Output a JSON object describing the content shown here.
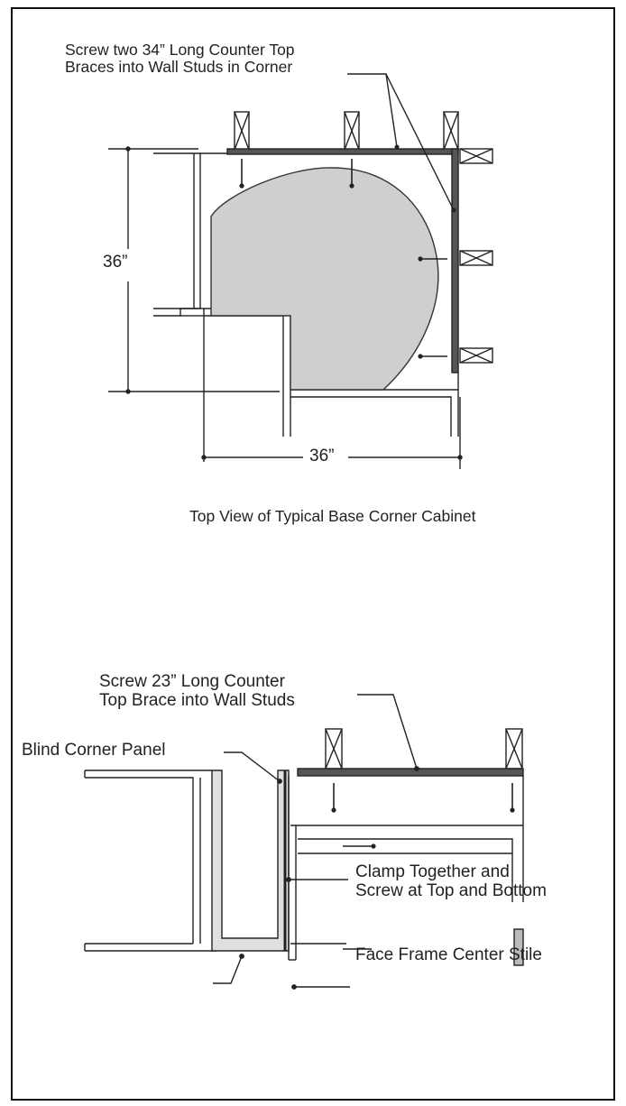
{
  "top_diagram": {
    "callout_line1": "Screw two 34” Long Counter Top",
    "callout_line2": "Braces into Wall Studs in Corner",
    "dim_vertical": "36”",
    "dim_horizontal": "36”",
    "caption": "Top View of Typical Base Corner Cabinet"
  },
  "bottom_diagram": {
    "brace_line1": "Screw 23” Long Counter",
    "brace_line2": "Top Brace into Wall Studs",
    "panel_label": "Blind Corner Panel",
    "clamp_line1": "Clamp Together and",
    "clamp_line2": "Screw at Top and Bottom",
    "stile_label": "Face Frame Center Stile"
  },
  "colors": {
    "stroke": "#222222",
    "fill_lazy_susan": "#cfcfcf",
    "brace": "#555555"
  }
}
